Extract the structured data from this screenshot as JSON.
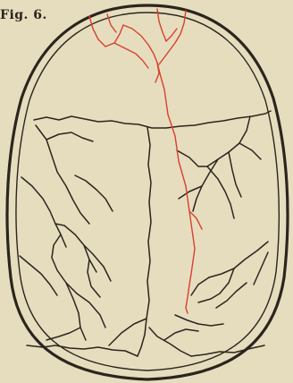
{
  "figure": {
    "label": "Fig. 6."
  },
  "colors": {
    "paper": "#e6ddbf",
    "ink": "#2b251d",
    "vessel_red": "#d8402e"
  },
  "elements": {
    "skull_outline": "skull-outline",
    "fracture_lines": "fracture-lines",
    "blood_vessels": "red-blood-vessels"
  }
}
